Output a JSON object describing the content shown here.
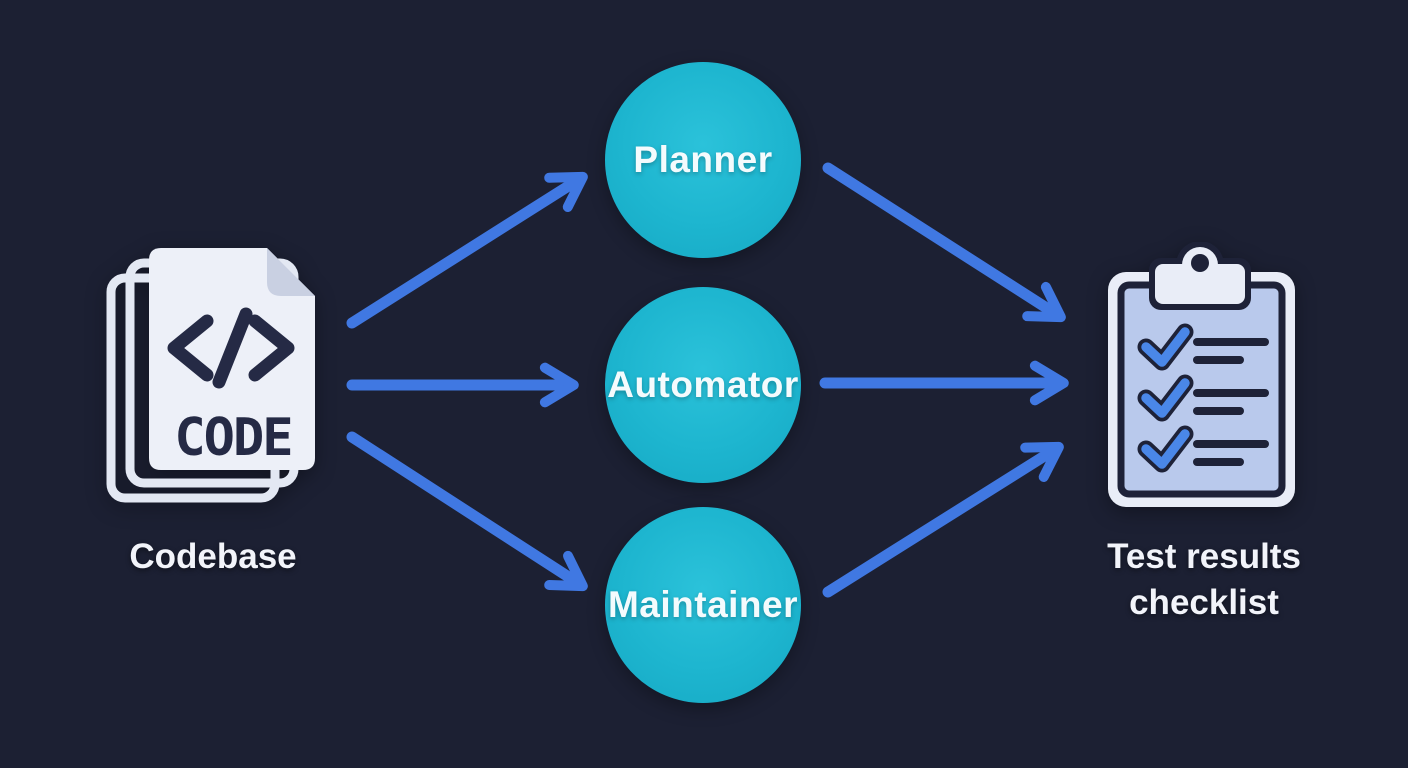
{
  "diagram": {
    "source": {
      "label": "Codebase",
      "icon": "code-file-stack-icon",
      "file_tag": "</>",
      "file_text": "CODE"
    },
    "agents": [
      {
        "label": "Planner"
      },
      {
        "label": "Automator"
      },
      {
        "label": "Maintainer"
      }
    ],
    "output": {
      "label_lines": [
        "Test results",
        "checklist"
      ],
      "icon": "checklist-clipboard-icon",
      "checklist_item_count": 3
    },
    "connections": [
      "codebase -> planner",
      "codebase -> automator",
      "codebase -> maintainer",
      "planner -> checklist",
      "automator -> checklist",
      "maintainer -> checklist"
    ],
    "colors": {
      "background": "#1c2033",
      "node_teal": "#1db5cf",
      "arrow_blue": "#4078e2",
      "check_blue": "#4a87e8",
      "clipboard_frame": "#e9edf7",
      "clipboard_panel": "#b9c9ec",
      "outline_dark": "#1e2238",
      "page_light": "#edf0f8",
      "label_white": "#f2f4fa"
    }
  }
}
